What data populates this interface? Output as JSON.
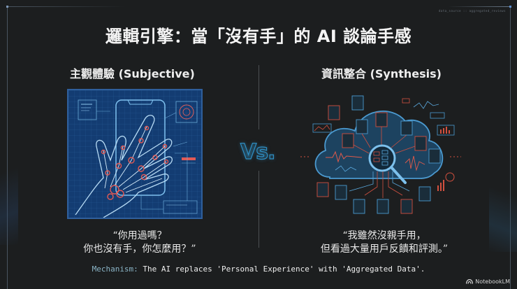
{
  "title": "邏輯引擎：當「沒有手」的 AI 談論手感",
  "hud_text": "data_source :: aggregated_reviews",
  "left": {
    "heading": "主觀體驗 (Subjective)",
    "illustration": "hand-xray-on-phone-blueprint",
    "quote_line1": "“你用過嗎？",
    "quote_line2": "你也沒有手，你怎麼用？”"
  },
  "center": {
    "vs_label": "Vs."
  },
  "right": {
    "heading": "資訊整合 (Synthesis)",
    "illustration": "data-cloud-with-magnifier",
    "quote_line1": "“我雖然沒親手用，",
    "quote_line2": "但看過大量用戶反饋和評測。”"
  },
  "mechanism": {
    "label": "Mechanism:",
    "text": " The AI replaces 'Personal Experience' with 'Aggregated Data'."
  },
  "badge": {
    "label": "NotebookLM",
    "icon": "notebooklm-logo-icon"
  },
  "colors": {
    "background": "#1c1e1f",
    "blueprint": "#133c72",
    "accent_blue": "#2f8fc4",
    "accent_red": "#d2503f",
    "mechanism_label": "#8ab4c6"
  }
}
